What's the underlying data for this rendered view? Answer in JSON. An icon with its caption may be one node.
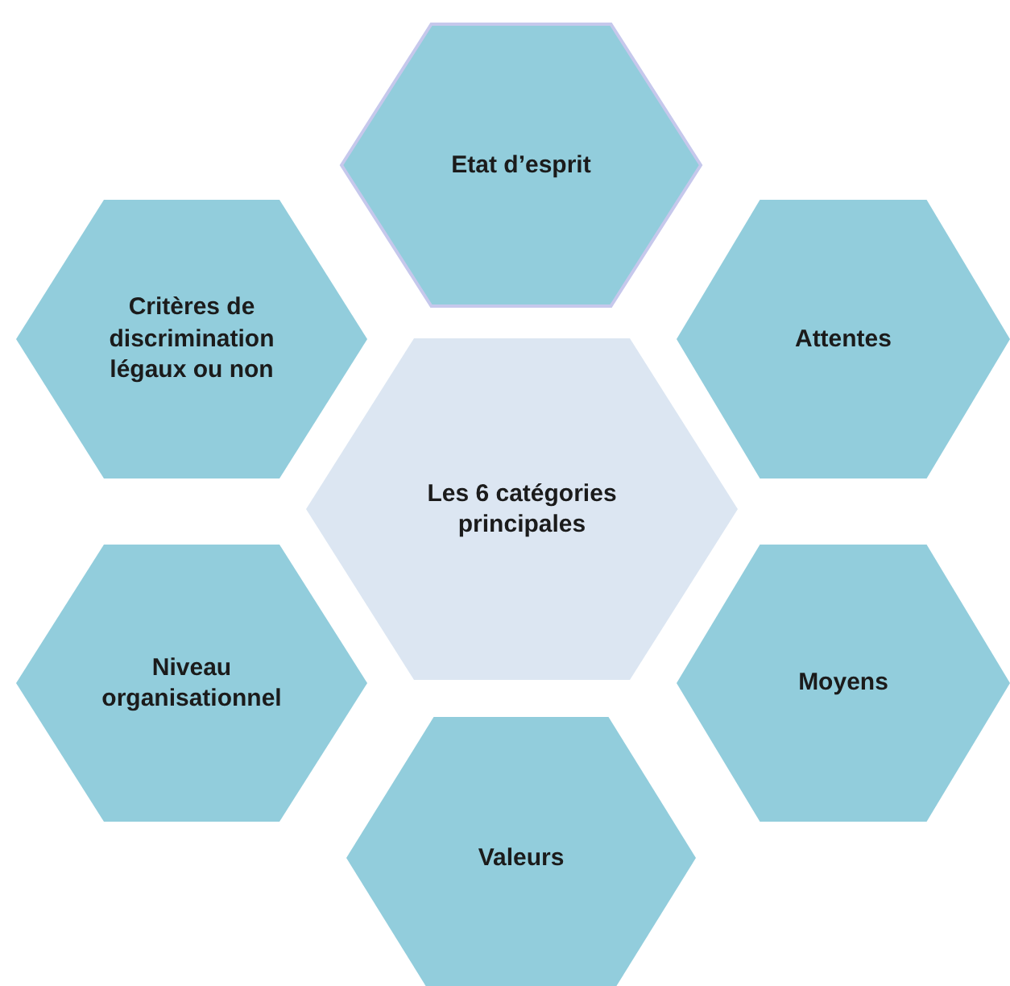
{
  "diagram": {
    "nodes": [
      {
        "text": [
          "Etat d’esprit"
        ]
      },
      {
        "text": [
          "Critères de discrimination légaux ou non"
        ]
      },
      {
        "text": [
          "Attentes"
        ]
      },
      {
        "text": [
          "Les 6 catégories principales"
        ]
      },
      {
        "text": [
          "Niveau organisationnel"
        ]
      },
      {
        "text": [
          "Moyens"
        ]
      },
      {
        "text": [
          "Valeurs"
        ]
      }
    ]
  }
}
